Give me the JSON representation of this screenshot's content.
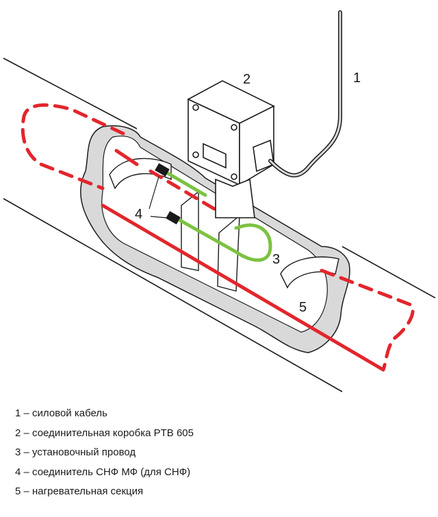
{
  "callouts": {
    "power_cable": "1",
    "junction_box": "2",
    "installation_wire": "3",
    "connector": "4",
    "heating_section": "5"
  },
  "legend": [
    "1 – силовой кабель",
    "2 – соединительная коробка PTB 605",
    "3 – установочный провод",
    "4 – соединитель СНФ МФ (для СНФ)",
    "5 – нагревательная секция"
  ],
  "colors": {
    "heating_cable": "#e2262c",
    "installation_wire": "#7cc242",
    "insulation": "#d9d9d9",
    "outline": "#1a1a1a",
    "box": "#ffffff",
    "connector": "#1a1a1a"
  }
}
